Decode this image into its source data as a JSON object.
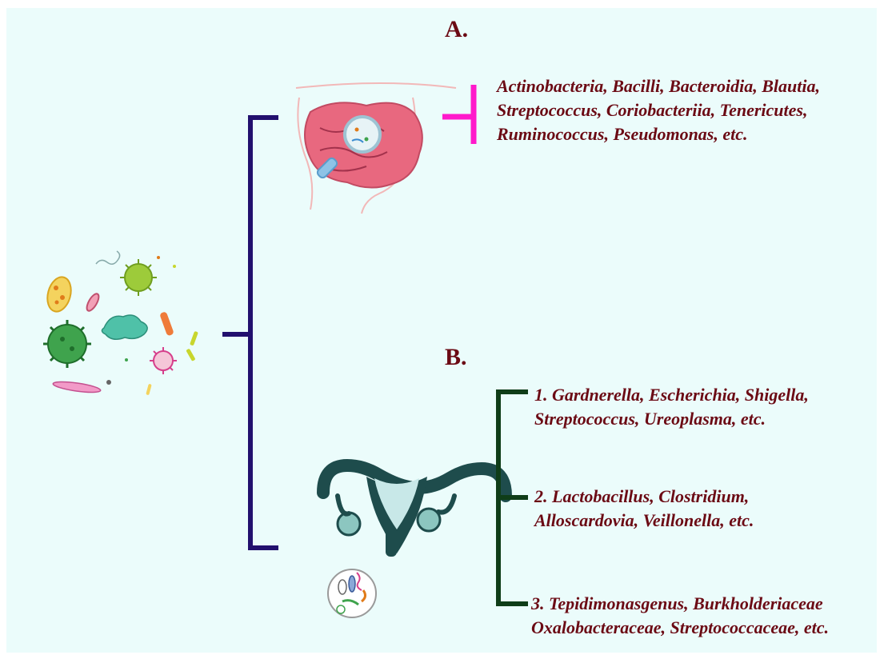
{
  "colors": {
    "background": "#ebfcfb",
    "label_text": "#6b0a14",
    "main_bracket": "#22106e",
    "inhibit_bar": "#ff1acb",
    "sub_bracket": "#0f3d18"
  },
  "section_a": {
    "label": "A.",
    "icon": "intestine-with-magnifier-icon",
    "lines": [
      "Actinobacteria, Bacilli, Bacteroidia, Blautia,",
      "Streptococcus, Coriobacteriia, Tenericutes,",
      "Ruminococcus, Pseudomonas, etc."
    ]
  },
  "section_b": {
    "label": "B.",
    "icon": "uterus-icon",
    "groups": [
      {
        "line1": "1. Gardnerella, Escherichia, Shigella,",
        "line2": "Streptococcus, Ureoplasma, etc."
      },
      {
        "line1": "2. Lactobacillus, Clostridium,",
        "line2": "Alloscardovia, Veillonella, etc."
      },
      {
        "line1": "3. Tepidimonasgenus, Burkholderiaceae",
        "line2": "Oxalobacteraceae, Streptococcaceae, etc."
      }
    ]
  },
  "microbes_icon": "microbes-cluster-icon",
  "petri_icon": "bacteria-dish-icon"
}
